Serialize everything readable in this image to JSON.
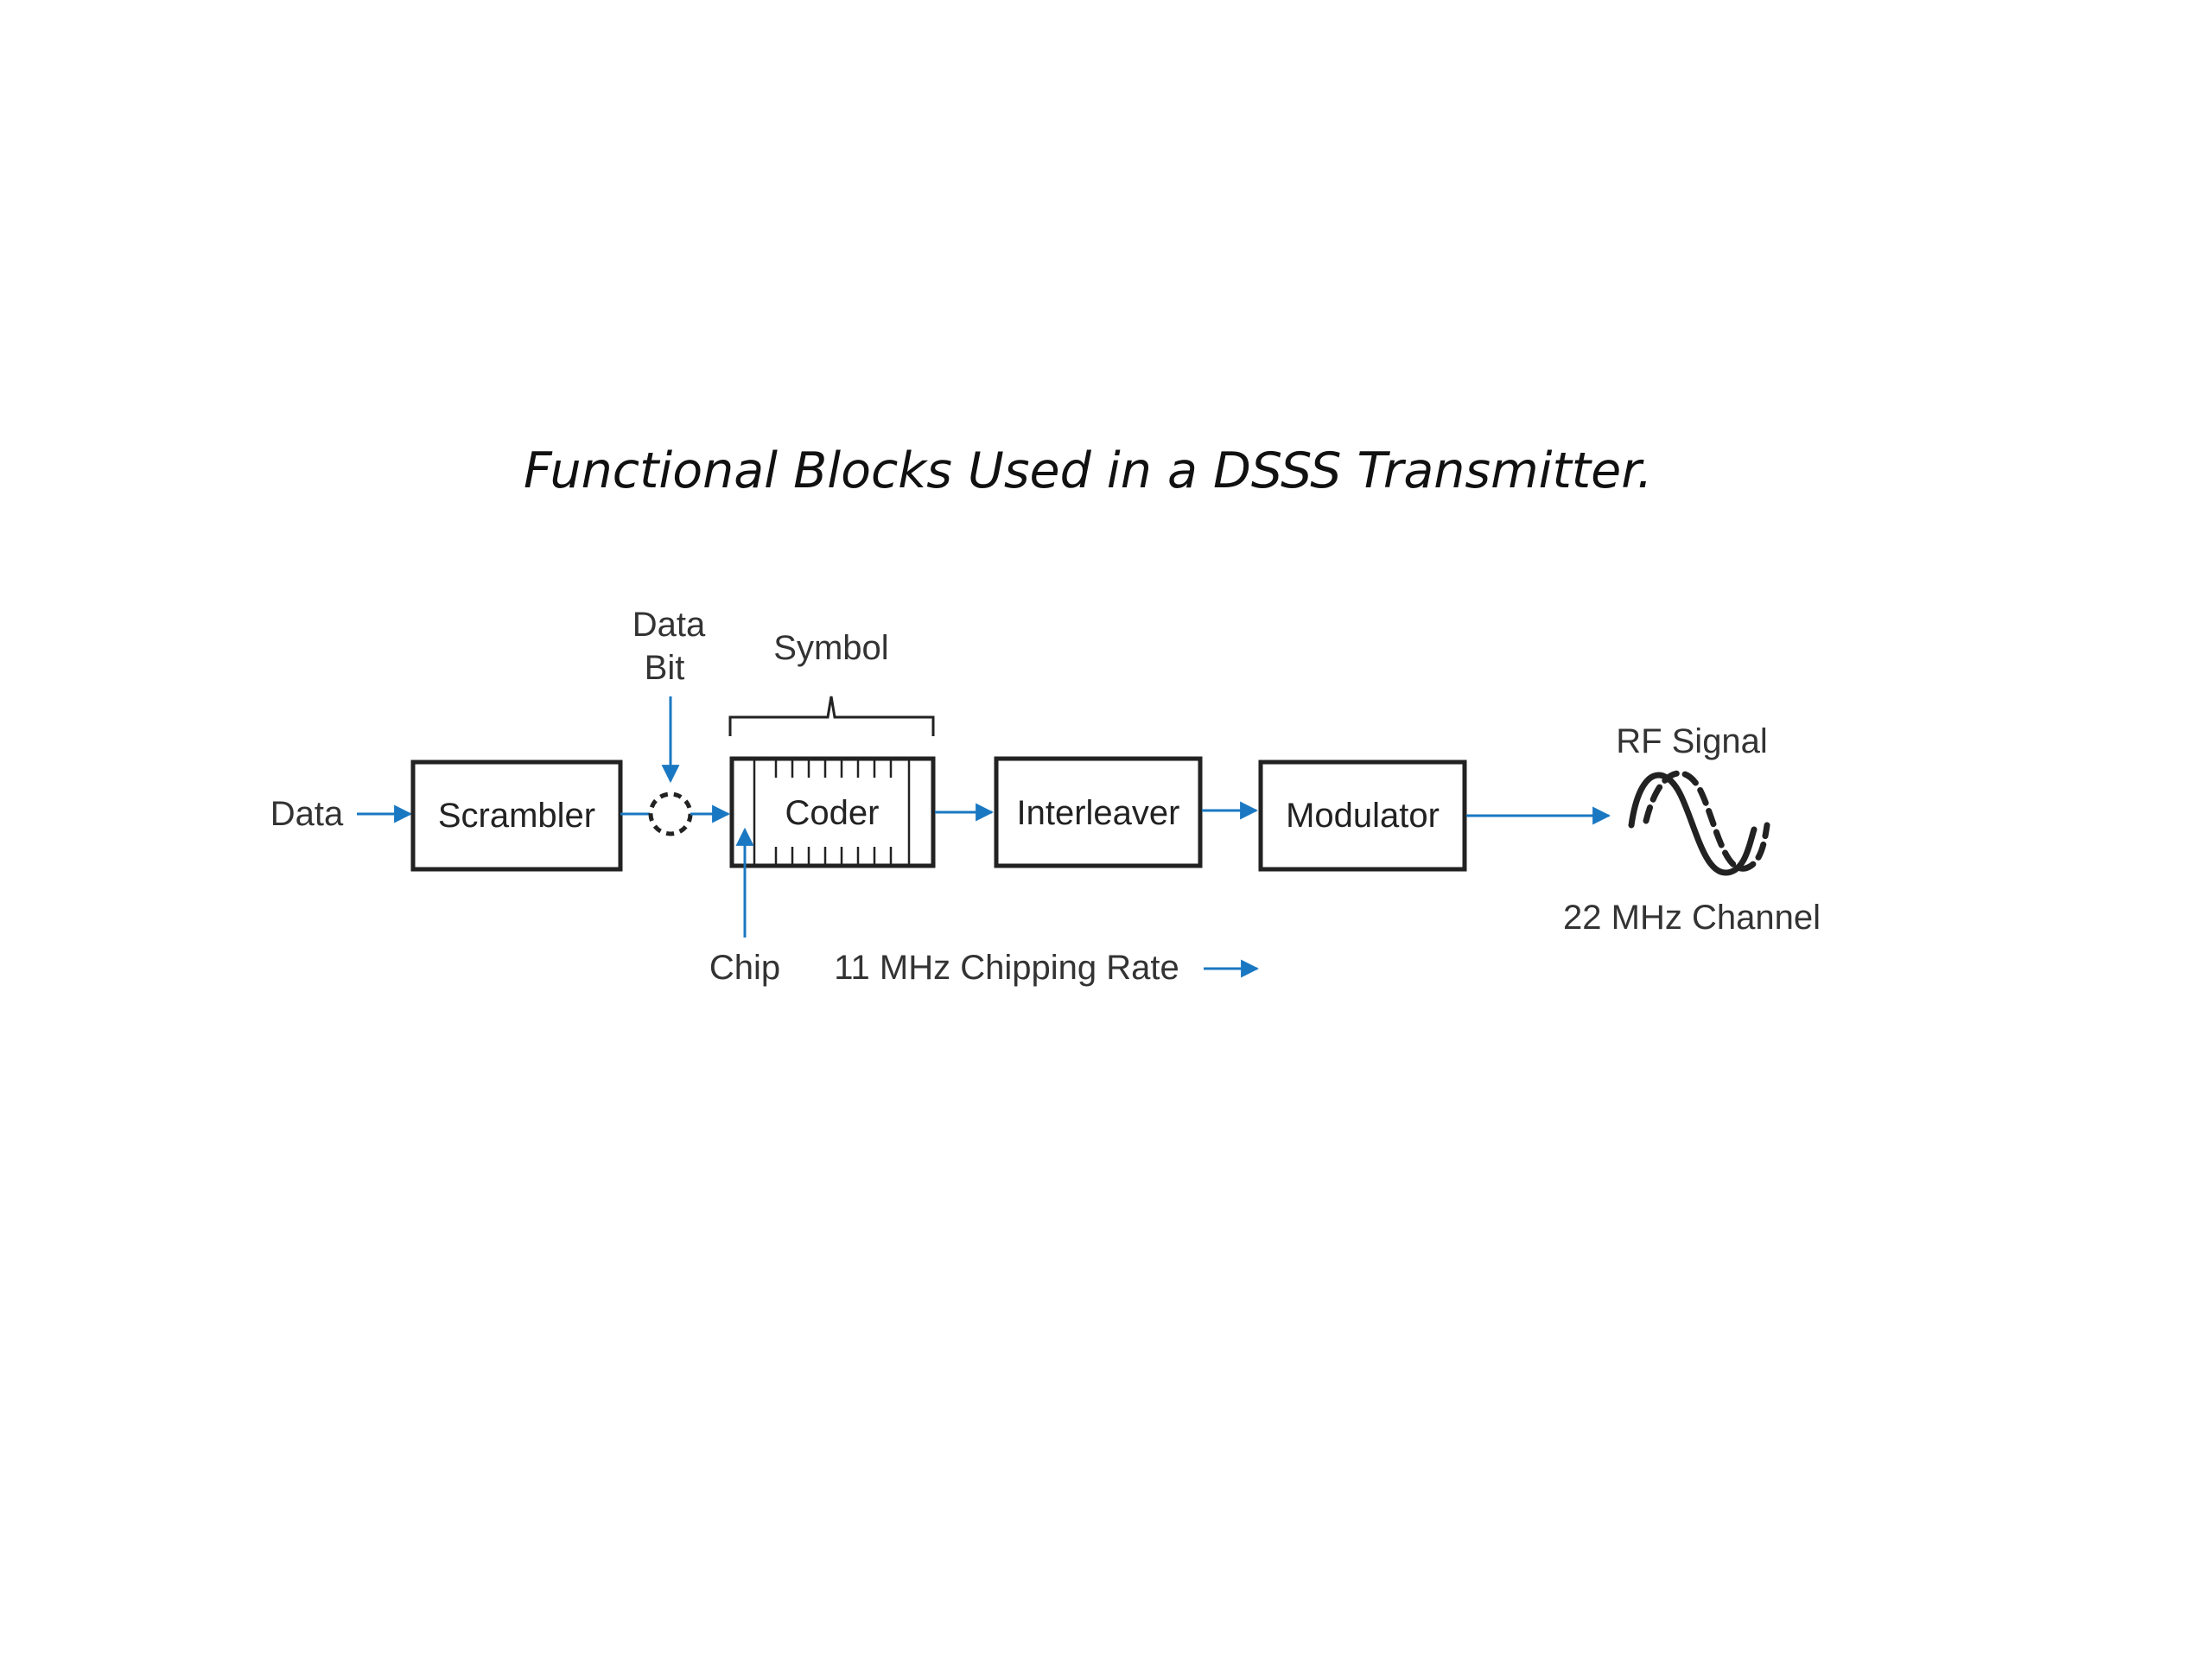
{
  "caption": "Functional Blocks Used in a DSSS Transmitter.",
  "labels": {
    "data_input": "Data",
    "data_bit_line1": "Data",
    "data_bit_line2": "Bit",
    "symbol": "Symbol",
    "rf_signal": "RF Signal",
    "channel": "22 MHz Channel",
    "chip": "Chip",
    "chipping_rate": "11 MHz Chipping Rate"
  },
  "blocks": {
    "scrambler": "Scrambler",
    "coder": "Coder",
    "interleaver": "Interleaver",
    "modulator": "Modulator"
  },
  "colors": {
    "flow_arrow": "#1a78c2",
    "block_border": "#222222",
    "text": "#333333"
  }
}
